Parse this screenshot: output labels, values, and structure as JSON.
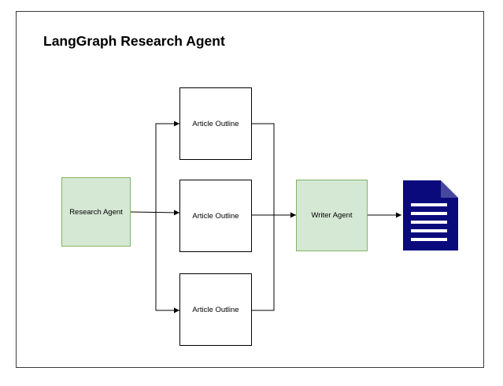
{
  "title": "LangGraph Research Agent",
  "nodes": {
    "research_agent": "Research Agent",
    "outline_top": "Article Outline",
    "outline_middle": "Article Outline",
    "outline_bottom": "Article Outline",
    "writer_agent": "Writer Agent"
  },
  "icons": {
    "output": "document-icon"
  },
  "colors": {
    "agent_fill": "#d5e8d4",
    "agent_border": "#82b366",
    "document": "#0a0a7d"
  }
}
